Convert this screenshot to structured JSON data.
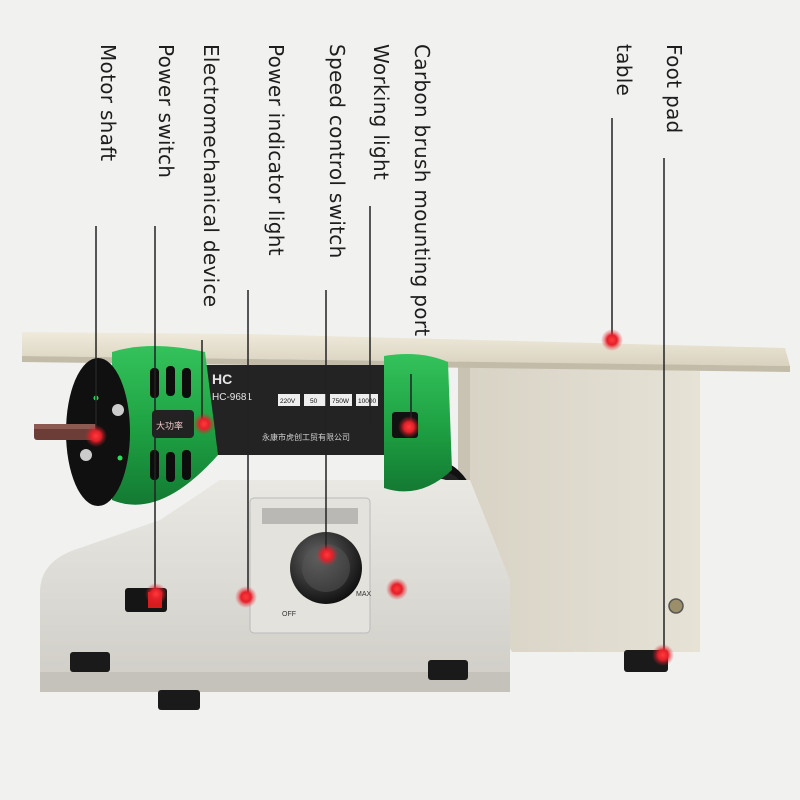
{
  "labels": [
    {
      "key": "motor-shaft",
      "text": "Motor shaft"
    },
    {
      "key": "power-switch",
      "text": "Power switch"
    },
    {
      "key": "electromechanical-device",
      "text": "Electromechanical device"
    },
    {
      "key": "power-indicator-light",
      "text": "Power indicator light"
    },
    {
      "key": "speed-control-switch",
      "text": "Speed control switch"
    },
    {
      "key": "working-light",
      "text": "Working light"
    },
    {
      "key": "carbon-brush-mounting-port",
      "text": "Carbon brush mounting port"
    },
    {
      "key": "table",
      "text": "table"
    },
    {
      "key": "foot-pad",
      "text": "Foot pad"
    }
  ],
  "product": {
    "brand_mark": "HC",
    "model": "HC-9681",
    "badge": "大功率",
    "spec_cells": [
      "220V",
      "50",
      "750W",
      "10000"
    ],
    "maker": "永康市虎创工贸有限公司",
    "knob_min": "OFF",
    "knob_max": "MAX"
  },
  "colors": {
    "background": "#f1f1f0",
    "motor_green": "#1fa344",
    "table_top": "#e3ddcc",
    "housing": "#dedbd0",
    "marker": "#e5202a",
    "leader_line": "#222222"
  }
}
